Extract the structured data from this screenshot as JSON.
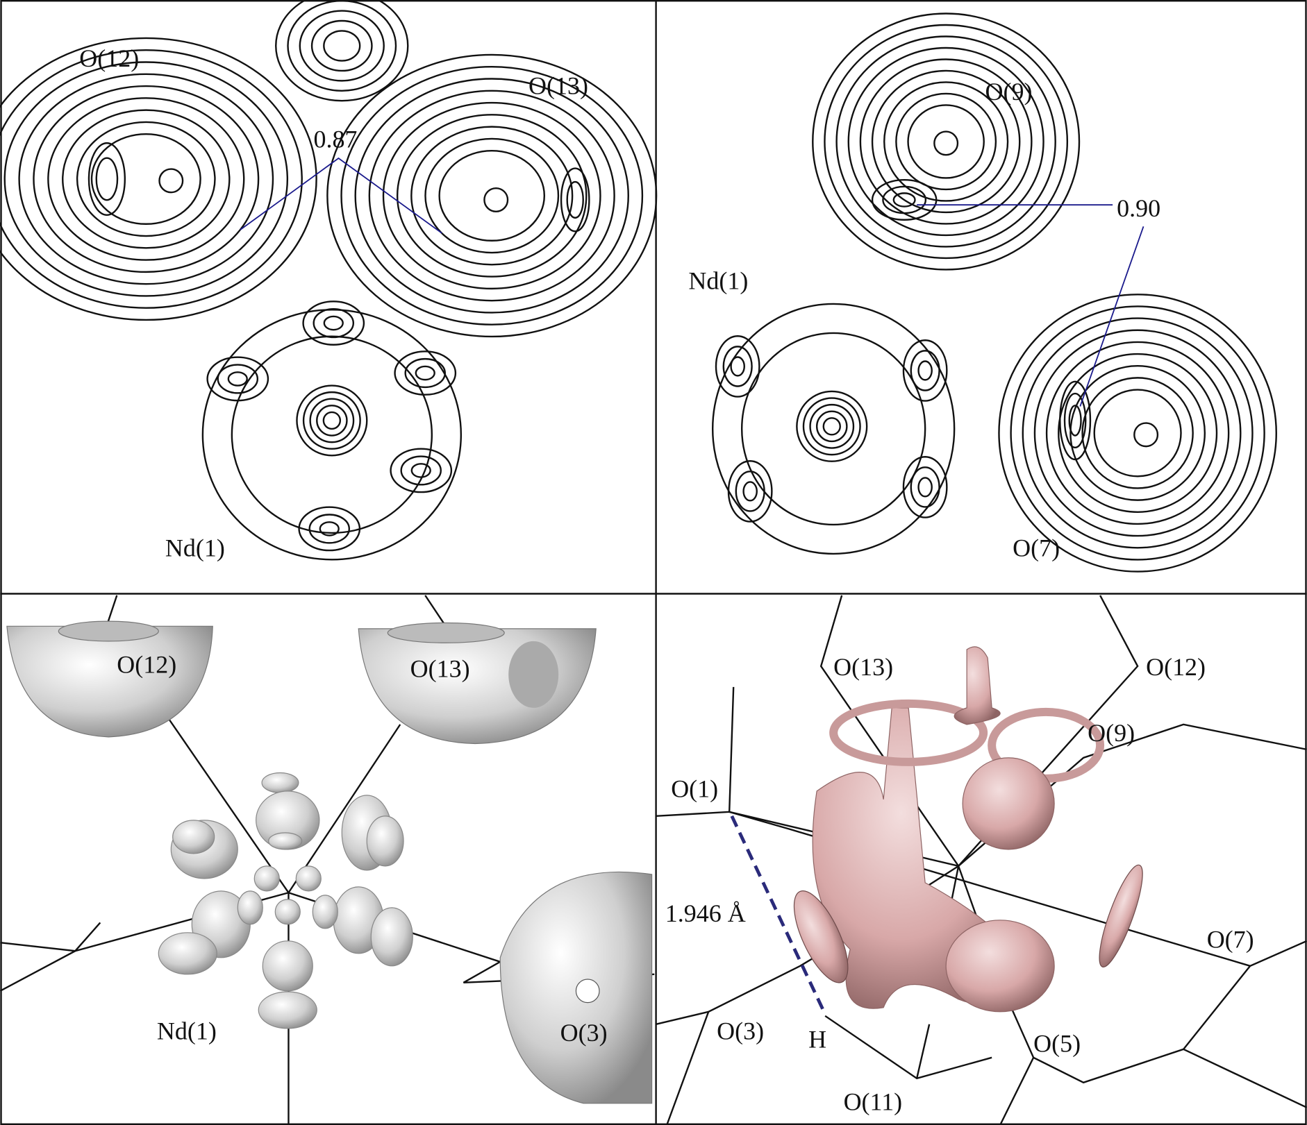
{
  "panels": [
    {
      "id": "top-left",
      "type": "contour-map",
      "labels": {
        "o12": "O(12)",
        "o13": "O(13)",
        "value": "0.87",
        "nd1": "Nd(1)"
      }
    },
    {
      "id": "top-right",
      "type": "contour-map",
      "labels": {
        "o9": "O(9)",
        "value": "0.90",
        "nd1": "Nd(1)",
        "o7": "O(7)"
      }
    },
    {
      "id": "bottom-left",
      "type": "isosurface",
      "labels": {
        "o12": "O(12)",
        "o13": "O(13)",
        "nd1": "Nd(1)",
        "o3": "O(3)"
      }
    },
    {
      "id": "bottom-right",
      "type": "isosurface",
      "labels": {
        "o13": "O(13)",
        "o12": "O(12)",
        "o9": "O(9)",
        "o1": "O(1)",
        "distance": "1.946 Å",
        "o7": "O(7)",
        "o3": "O(3)",
        "h": "H",
        "o5": "O(5)",
        "o11": "O(11)"
      }
    }
  ],
  "colors": {
    "line": "#111111",
    "annotation": "#1a1a8c",
    "isosurface_gray": "#c8c8c8",
    "isosurface_pink": "#d9a9a9",
    "hbond": "#2a2a7a"
  }
}
